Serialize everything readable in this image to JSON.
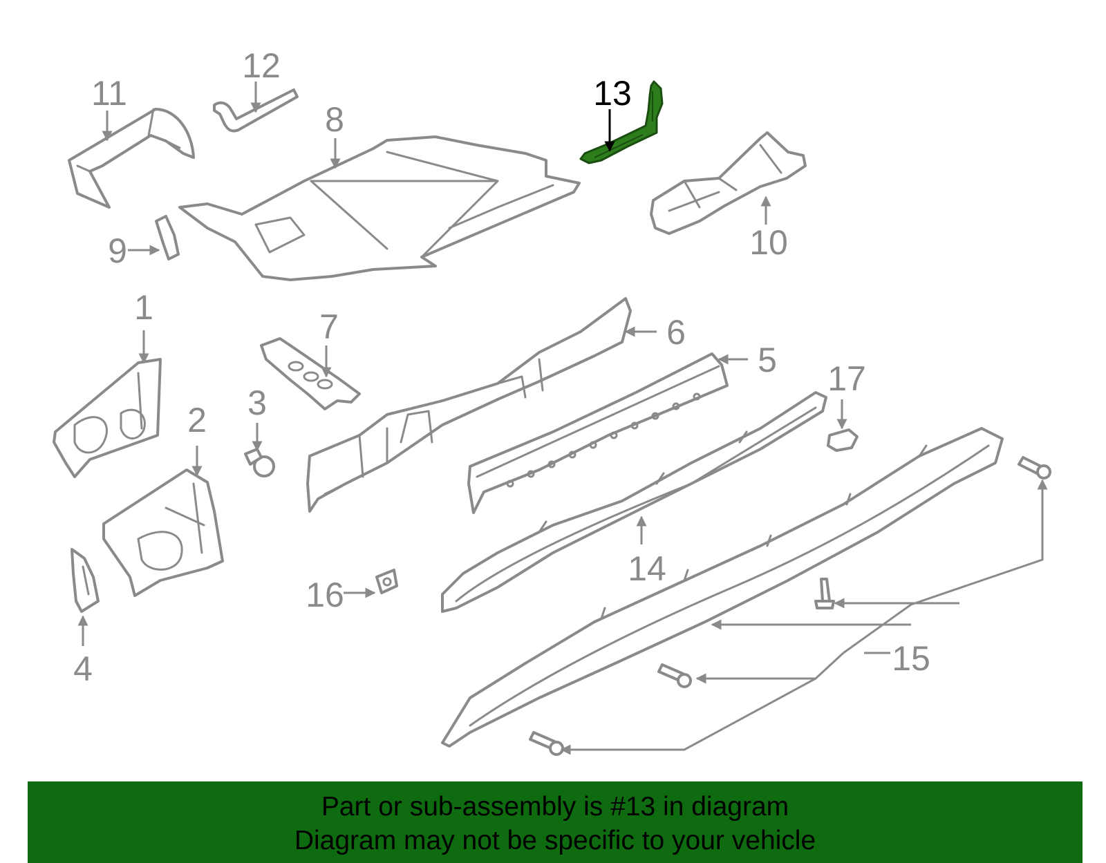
{
  "diagram": {
    "highlighted_part": "13",
    "callouts": [
      "1",
      "2",
      "3",
      "4",
      "5",
      "6",
      "7",
      "8",
      "9",
      "10",
      "11",
      "12",
      "13",
      "14",
      "15",
      "16",
      "17"
    ]
  },
  "footer": {
    "line1": "Part or sub-assembly is #13 in diagram",
    "line2": "Diagram may not be specific to your vehicle"
  },
  "colors": {
    "banner_green": "#0f6b0f",
    "highlight_green": "#2e7d1c",
    "line_gray": "#8a8a8a"
  }
}
